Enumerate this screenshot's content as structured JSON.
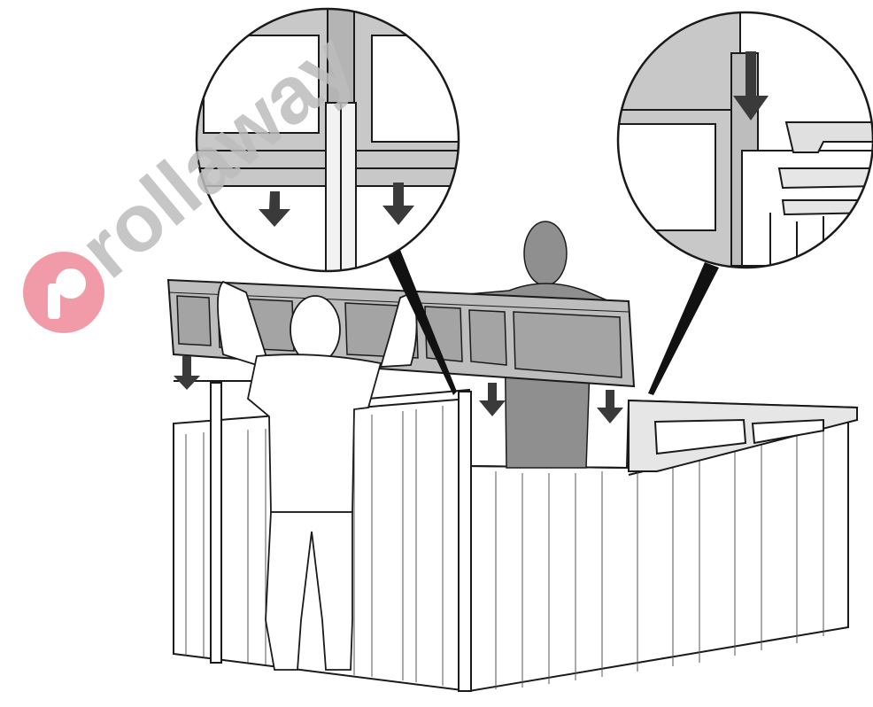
{
  "watermark": {
    "text": "rollaway",
    "color": "#f08a9a",
    "text_color": "#bdbdbd",
    "icon": "rollaway-logo-icon"
  },
  "colors": {
    "panel_fill": "#bdbdbd",
    "panel_dark": "#9a9a9a",
    "person_front": "#ffffff",
    "person_back": "#8f8f8f",
    "outline": "#1a1a1a",
    "arrow": "#3a3a3a",
    "zoom_fill": "#c8c8c8"
  },
  "icons": {
    "down_arrow": "down-arrow-icon",
    "magnifier_left": "zoom-detail-left",
    "magnifier_right": "zoom-detail-right"
  }
}
